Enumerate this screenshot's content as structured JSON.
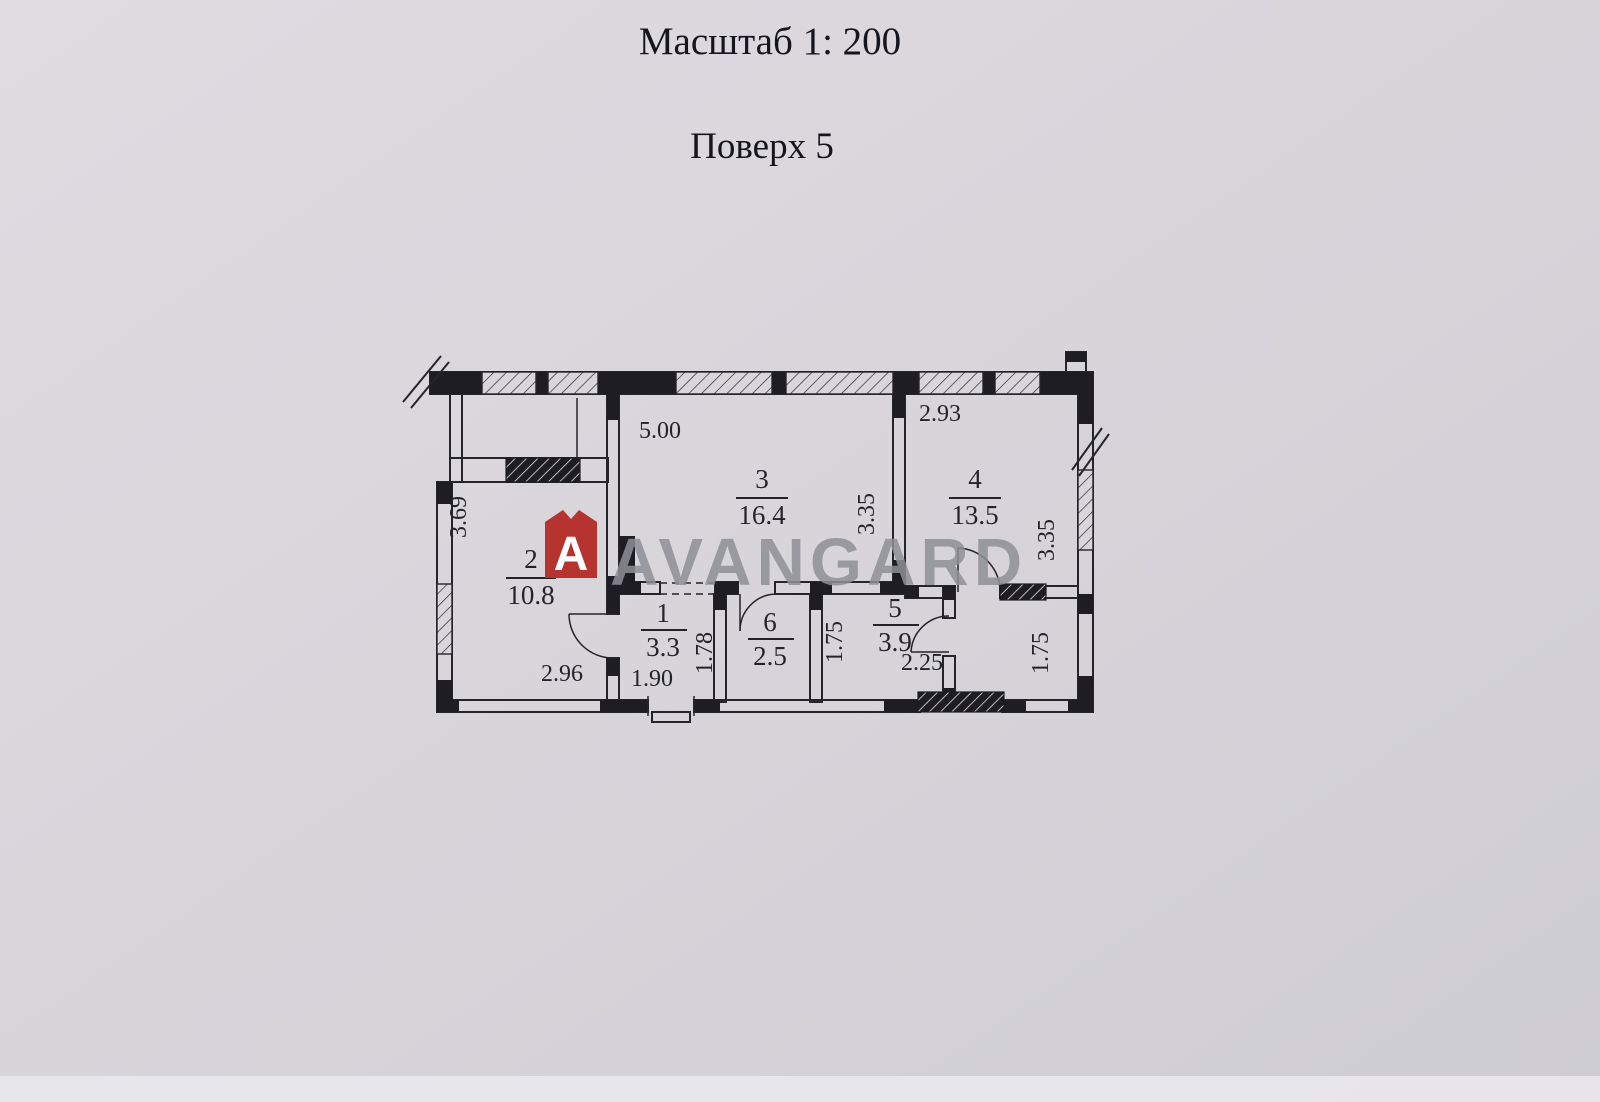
{
  "document": {
    "scale_title": "Масштаб 1: 200",
    "floor_title": "Поверх  5"
  },
  "watermark": {
    "brand": "AVANGARD",
    "logo_letter": "A",
    "logo_color": "#b5342f",
    "text_color": "#8f8f97"
  },
  "rooms": [
    {
      "number": "1",
      "area": "3.3"
    },
    {
      "number": "2",
      "area": "10.8"
    },
    {
      "number": "3",
      "area": "16.4"
    },
    {
      "number": "4",
      "area": "13.5"
    },
    {
      "number": "5",
      "area": "3.9"
    },
    {
      "number": "6",
      "area": "2.5"
    }
  ],
  "dimensions": {
    "room3_top_width": "5.00",
    "room4_top_width": "2.93",
    "room2_left_height": "3.69",
    "room3_right_height": "3.35",
    "room4_right_height": "3.35",
    "room2_bottom_width": "2.96",
    "room1_bottom_width": "1.90",
    "room1_right_height": "1.78",
    "room5_left_height": "1.75",
    "room5_bottom_width": "2.25",
    "corridor_right_height": "1.75"
  },
  "colors": {
    "background": "#d8d6db",
    "ink": "#24242b"
  }
}
